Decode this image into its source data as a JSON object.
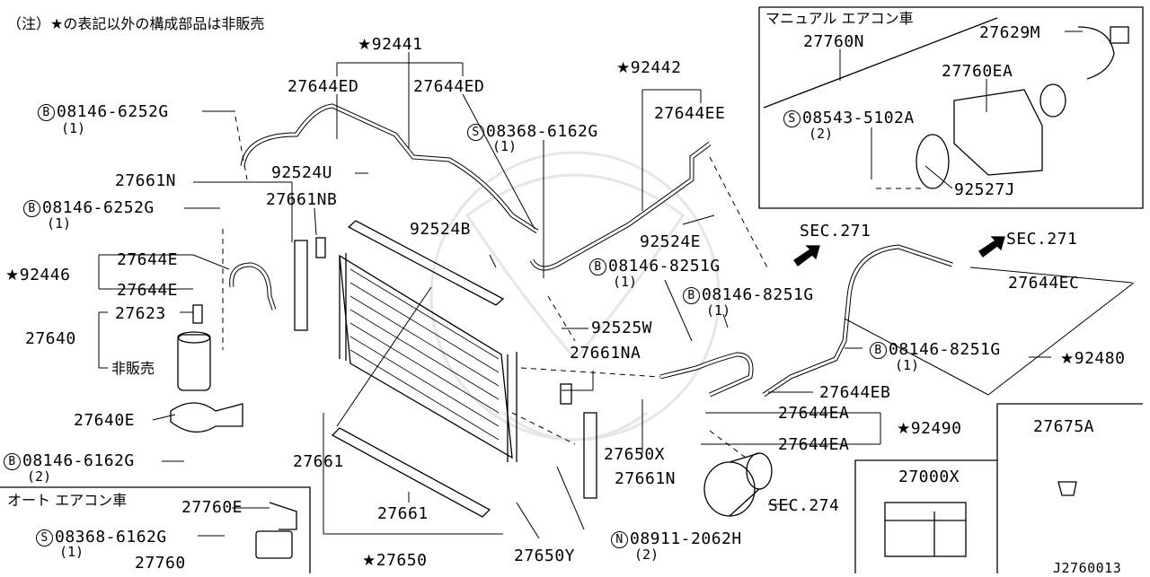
{
  "note": "（注）★の表記以外の構成部品は非販売",
  "star": "★",
  "labels": {
    "p92441": "92441",
    "p92442": "92442",
    "p92446": "92446",
    "p92480": "92480",
    "p92490": "92490",
    "p27650": "27650",
    "ed1": "27644ED",
    "ed2": "27644ED",
    "ee": "27644EE",
    "e1": "27644E",
    "e2": "27644E",
    "ec": "27644EC",
    "eb": "27644EB",
    "ea1": "27644EA",
    "ea2": "27644EA",
    "n1": "27661N",
    "nb": "27661NB",
    "na": "27661NA",
    "n2": "27661N",
    "c27661a": "27661",
    "c27661b": "27661",
    "c27623": "27623",
    "c27640": "27640",
    "hanbai": "非販売",
    "c27640e": "27640E",
    "c92524u": "92524U",
    "c92524b": "92524B",
    "c92524e": "92524E",
    "c92525w": "92525W",
    "c27650x": "27650X",
    "c27650y": "27650Y",
    "sec271a": "SEC.271",
    "sec271b": "SEC.271",
    "sec274": "SEC.274",
    "manual_title": "マニュアル エアコン車",
    "c27760n": "27760N",
    "c27629m": "27629M",
    "c27760ea": "27760EA",
    "c92527j": "92527J",
    "auto_title": "オート エアコン車",
    "c27760e": "27760E",
    "c27760": "27760",
    "c27675a": "27675A",
    "c27000x": "27000X",
    "code": "J2760013"
  },
  "fasteners": {
    "b1": {
      "prefix": "B",
      "part": "08146-6252G",
      "qty": "(1)"
    },
    "b2": {
      "prefix": "B",
      "part": "08146-6252G",
      "qty": "(1)"
    },
    "s1": {
      "prefix": "S",
      "part": "08368-6162G",
      "qty": "(1)"
    },
    "b3": {
      "prefix": "B",
      "part": "08146-8251G",
      "qty": "(1)"
    },
    "b4": {
      "prefix": "B",
      "part": "08146-8251G",
      "qty": "(1)"
    },
    "b5": {
      "prefix": "B",
      "part": "08146-8251G",
      "qty": "(1)"
    },
    "b6": {
      "prefix": "B",
      "part": "08146-6162G",
      "qty": "(2)"
    },
    "n1": {
      "prefix": "N",
      "part": "08911-2062H",
      "qty": "(2)"
    },
    "s2": {
      "prefix": "S",
      "part": "08543-5102A",
      "qty": "(2)"
    },
    "s3": {
      "prefix": "S",
      "part": "08368-6162G",
      "qty": "(1)"
    }
  }
}
